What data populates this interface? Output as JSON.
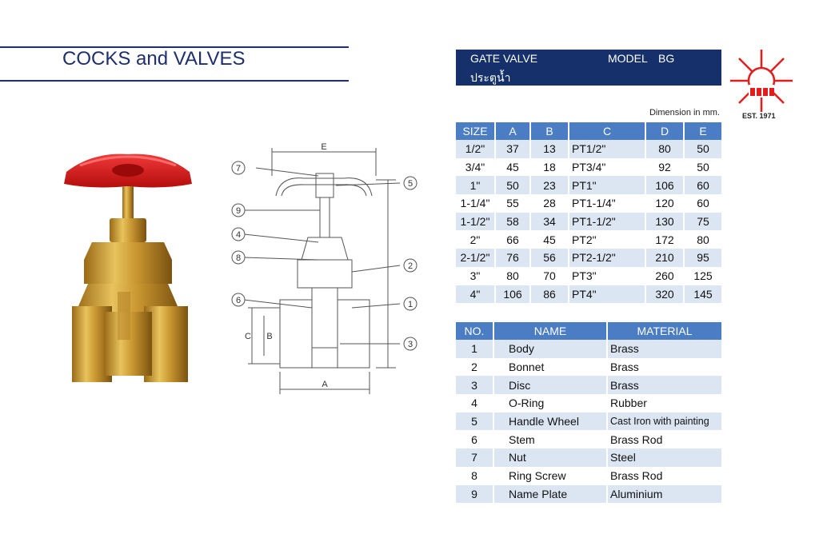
{
  "page": {
    "title": "COCKS and VALVES"
  },
  "header": {
    "product": "GATE VALVE",
    "model_label": "MODEL",
    "model_value": "BG",
    "thai_name": "ประตูน้ำ"
  },
  "logo": {
    "est": "EST. 1971",
    "icon": "sun-star-logo",
    "color": "#e11d1d"
  },
  "dimension_note": "Dimension in mm.",
  "drawing": {
    "labels": [
      "7",
      "9",
      "4",
      "8",
      "6",
      "5",
      "2",
      "1",
      "3",
      "E",
      "A",
      "C",
      "B"
    ]
  },
  "size_table": {
    "headers": [
      "SIZE",
      "A",
      "B",
      "C",
      "D",
      "E"
    ],
    "rows": [
      [
        "1/2\"",
        "37",
        "13",
        "PT1/2\"",
        "80",
        "50"
      ],
      [
        "3/4\"",
        "45",
        "18",
        "PT3/4\"",
        "92",
        "50"
      ],
      [
        "1\"",
        "50",
        "23",
        "PT1\"",
        "106",
        "60"
      ],
      [
        "1-1/4\"",
        "55",
        "28",
        "PT1-1/4\"",
        "120",
        "60"
      ],
      [
        "1-1/2\"",
        "58",
        "34",
        "PT1-1/2\"",
        "130",
        "75"
      ],
      [
        "2\"",
        "66",
        "45",
        "PT2\"",
        "172",
        "80"
      ],
      [
        "2-1/2\"",
        "76",
        "56",
        "PT2-1/2\"",
        "210",
        "95"
      ],
      [
        "3\"",
        "80",
        "70",
        "PT3\"",
        "260",
        "125"
      ],
      [
        "4\"",
        "106",
        "86",
        "PT4\"",
        "320",
        "145"
      ]
    ]
  },
  "material_table": {
    "headers": [
      "NO.",
      "NAME",
      "MATERIAL"
    ],
    "rows": [
      [
        "1",
        "Body",
        "Brass"
      ],
      [
        "2",
        "Bonnet",
        "Brass"
      ],
      [
        "3",
        "Disc",
        "Brass"
      ],
      [
        "4",
        "O-Ring",
        "Rubber"
      ],
      [
        "5",
        "Handle Wheel",
        "Cast Iron with painting"
      ],
      [
        "6",
        "Stem",
        "Brass Rod"
      ],
      [
        "7",
        "Nut",
        "Steel"
      ],
      [
        "8",
        "Ring Screw",
        "Brass Rod"
      ],
      [
        "9",
        "Name Plate",
        "Aluminium"
      ]
    ]
  },
  "colors": {
    "header_bg": "#15306a",
    "table_header": "#4a7dc3",
    "row_alt": "#dce6f3",
    "title": "#1f2f6b"
  }
}
